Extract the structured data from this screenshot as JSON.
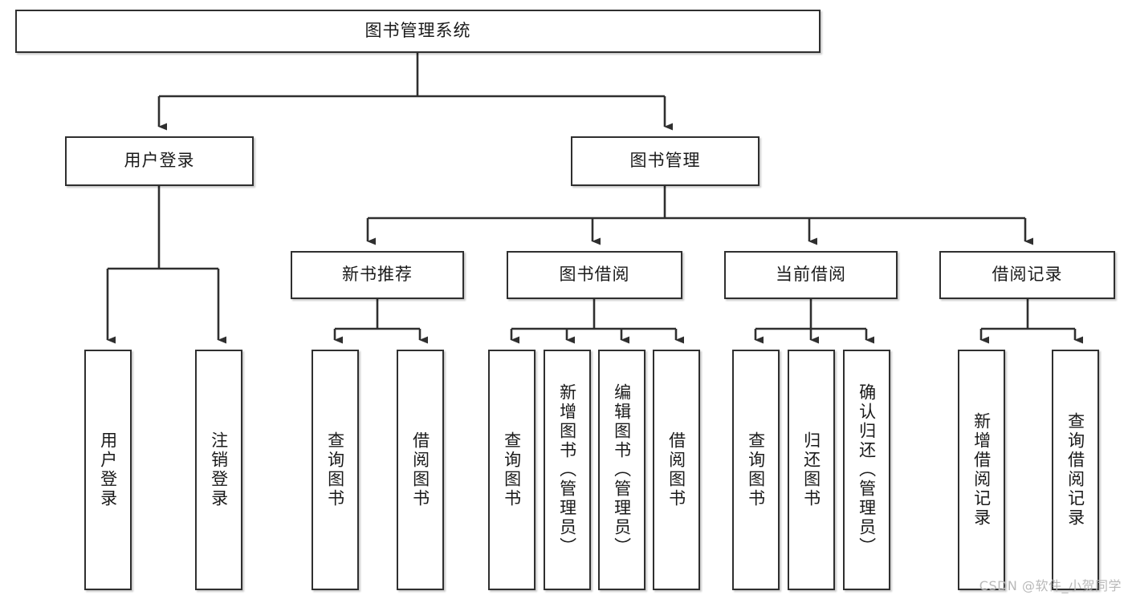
{
  "diagram": {
    "type": "tree-hierarchy",
    "title": "图书管理系统",
    "watermark": "CSDN @软件_小贺同学",
    "colors": {
      "box_border": "#2f2f2f",
      "box_fill": "#ffffff",
      "connector": "#2f2f2f",
      "text": "#1a1a1a",
      "watermark": "#b9b9b9"
    },
    "root": {
      "label": "图书管理系统"
    },
    "level2": [
      {
        "label": "用户登录"
      },
      {
        "label": "图书管理"
      }
    ],
    "level3": [
      {
        "label": "新书推荐"
      },
      {
        "label": "图书借阅"
      },
      {
        "label": "当前借阅"
      },
      {
        "label": "借阅记录"
      }
    ],
    "leaves": {
      "user_login": [
        {
          "label": "用户登录"
        },
        {
          "label": "注销登录"
        }
      ],
      "new_book_recommend": [
        {
          "label": "查询图书"
        },
        {
          "label": "借阅图书"
        }
      ],
      "book_borrow": [
        {
          "label": "查询图书"
        },
        {
          "label": "新增图书（管理员）"
        },
        {
          "label": "编辑图书（管理员）"
        },
        {
          "label": "借阅图书"
        }
      ],
      "current_borrow": [
        {
          "label": "查询图书"
        },
        {
          "label": "归还图书"
        },
        {
          "label": "确认归还（管理员）"
        }
      ],
      "borrow_record": [
        {
          "label": "新增借阅记录"
        },
        {
          "label": "查询借阅记录"
        }
      ]
    }
  }
}
